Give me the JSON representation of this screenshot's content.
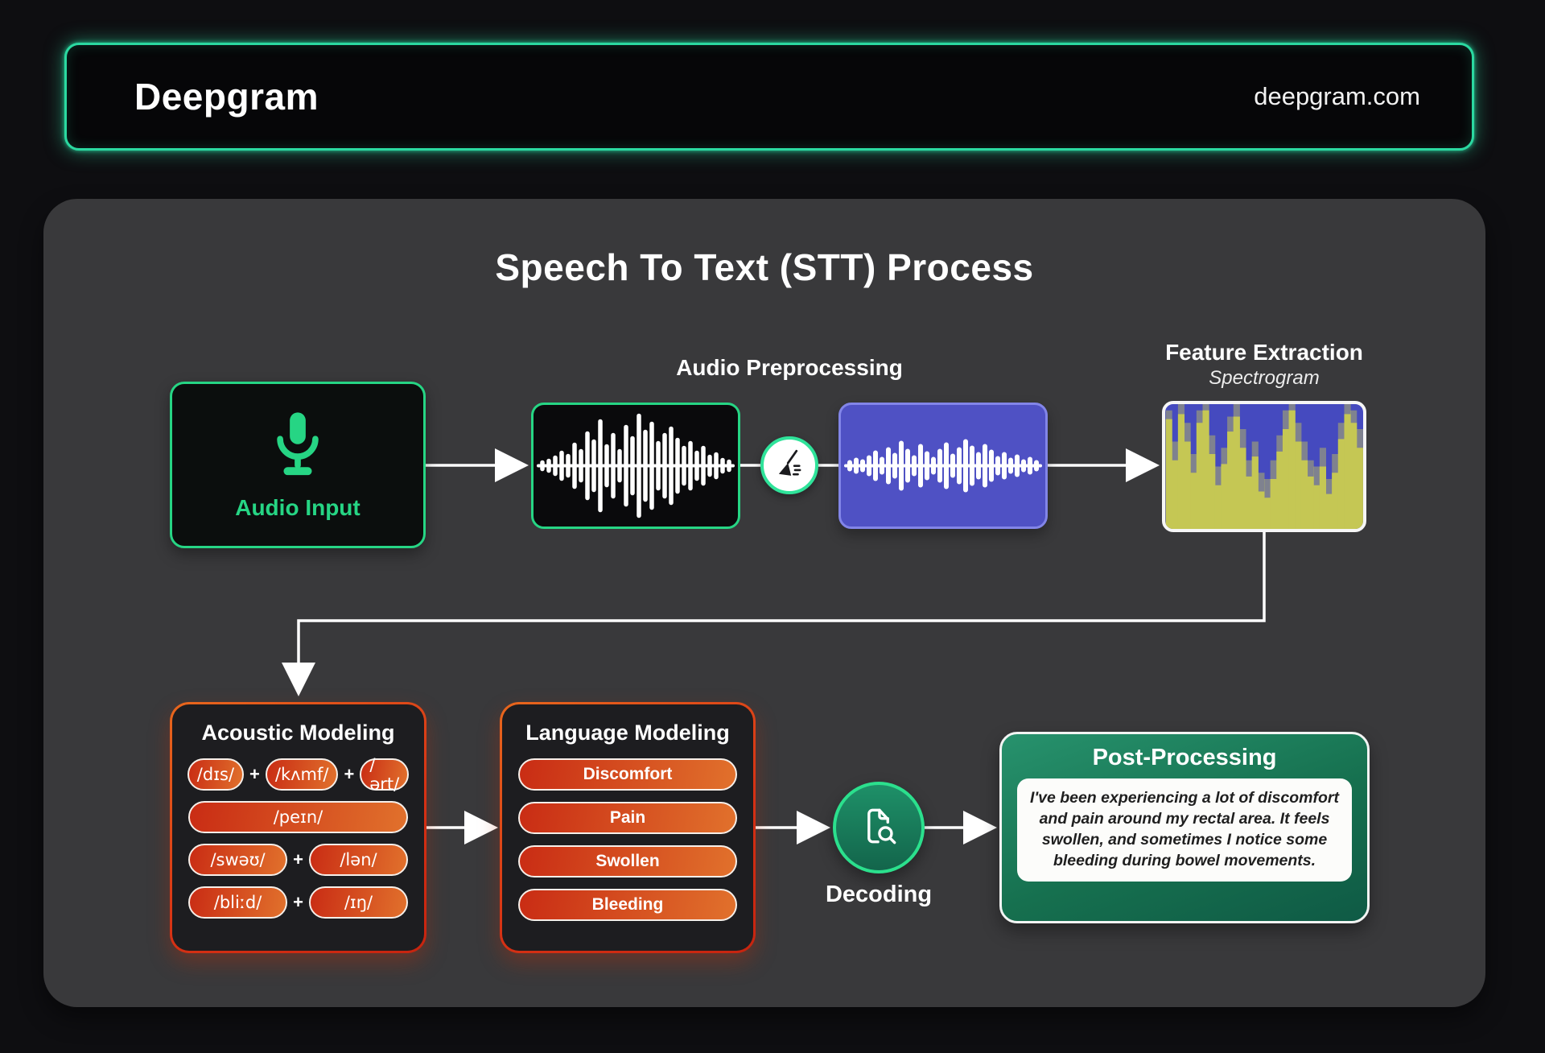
{
  "header": {
    "logo_text": "Deepgram",
    "site_text": "deepgram.com"
  },
  "diagram": {
    "title": "Speech To Text (STT) Process",
    "audio_input": {
      "label": "Audio Input"
    },
    "audio_preprocessing": {
      "label": "Audio Preprocessing"
    },
    "feature_extraction": {
      "label": "Feature Extraction",
      "sublabel": "Spectrogram"
    },
    "acoustic_modeling": {
      "title": "Acoustic Modeling",
      "plus_sign": "+",
      "phoneme_rows": [
        [
          "/dɪs/",
          "/kʌmf/",
          "/ərt/"
        ],
        [
          "/peɪn/"
        ],
        [
          "/swəʊ/",
          "/lən/"
        ],
        [
          "/bliːd/",
          "/ɪŋ/"
        ]
      ]
    },
    "language_modeling": {
      "title": "Language Modeling",
      "words": [
        "Discomfort",
        "Pain",
        "Swollen",
        "Bleeding"
      ]
    },
    "decoding": {
      "label": "Decoding"
    },
    "post_processing": {
      "title": "Post-Processing",
      "transcript": "I've been experiencing a lot of discomfort and pain around my rectal area. It feels swollen, and sometimes I notice some bleeding during bowel movements."
    }
  },
  "colors": {
    "accent_green": "#26d584",
    "glow_green": "#2bd9a1",
    "chip_red": "#c92c14",
    "chip_orange": "#e1712c",
    "wave_purple": "#4f51c4",
    "spectrogram_blue": "#454abf",
    "spectrogram_yellow": "#c5c754",
    "post_green": "#1f8c69"
  }
}
